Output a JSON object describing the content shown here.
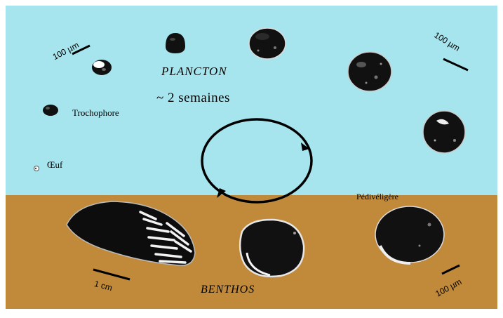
{
  "zones": {
    "plankton_label": "PLANCTON",
    "benthos_label": "BENTHOS",
    "plankton_color": "#a6e5ee",
    "benthos_color": "#c08a3a"
  },
  "cycle": {
    "duration": "~ 2 semaines",
    "arrow_direction": "clockwise"
  },
  "stages": {
    "trochophore": "Trochophore",
    "egg": "Œuf",
    "pediveliger": "Pédivéligère"
  },
  "scale_bars": [
    {
      "label": "100 µm"
    },
    {
      "label": "100 µm"
    },
    {
      "label": "1 cm"
    },
    {
      "label": "100 µm"
    }
  ]
}
